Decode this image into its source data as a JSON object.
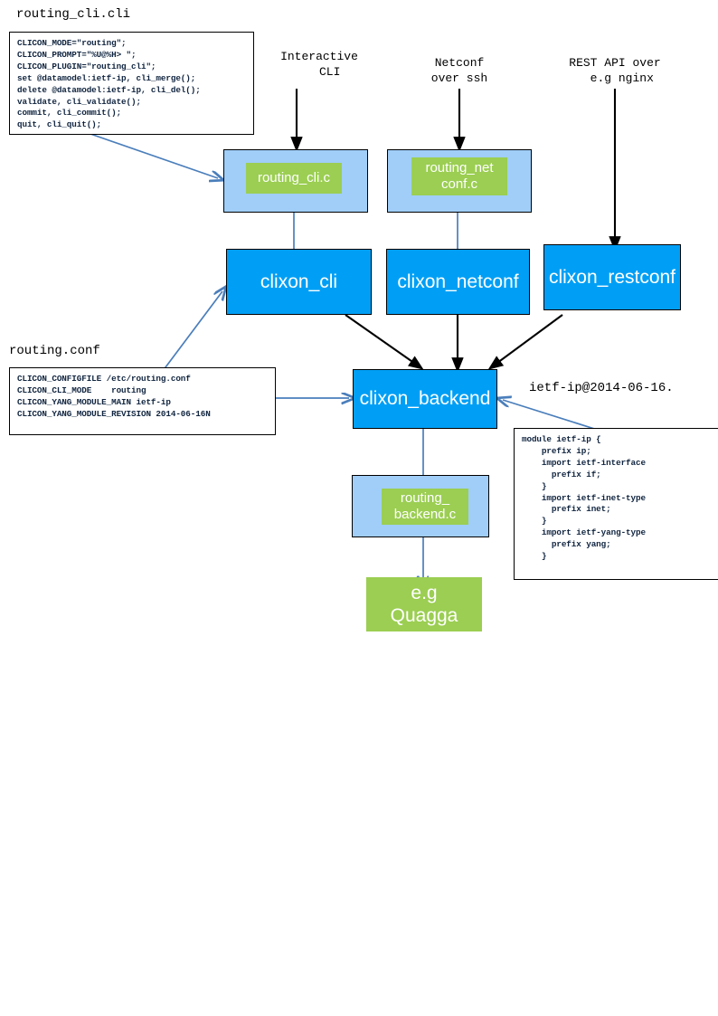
{
  "diagram": {
    "title_captions": {
      "cli_file": "routing_cli.cli",
      "conf_file": "routing.conf",
      "yang_file": "ietf-ip@2014-06-16."
    },
    "top_labels": [
      {
        "name": "interactive-cli",
        "text": "Interactive\n   CLI"
      },
      {
        "name": "netconf-over-ssh",
        "text": "Netconf\nover ssh"
      },
      {
        "name": "rest-api",
        "text": "REST API over\n  e.g nginx"
      }
    ],
    "code_blocks": {
      "routing_cli_cli": "CLICON_MODE=\"routing\";\nCLICON_PROMPT=\"%U@%H> \";\nCLICON_PLUGIN=\"routing_cli\";\nset @datamodel:ietf-ip, cli_merge();\ndelete @datamodel:ietf-ip, cli_del();\nvalidate, cli_validate();\ncommit, cli_commit();\nquit, cli_quit();",
      "routing_conf": "CLICON_CONFIGFILE /etc/routing.conf\nCLICON_CLI_MODE    routing\nCLICON_YANG_MODULE_MAIN ietf-ip\nCLICON_YANG_MODULE_REVISION 2014-06-16N",
      "ietf_ip_yang": "module ietf-ip {\n    prefix ip;\n    import ietf-interface\n      prefix if;\n    }\n    import ietf-inet-type\n      prefix inet;\n    }\n    import ietf-yang-type\n      prefix yang;\n    }"
    },
    "nodes": {
      "routing_cli_c": "routing_cli.c",
      "routing_netconf_c": "routing_net\nconf.c",
      "routing_backend_c": "routing_\nbackend.c",
      "clixon_cli": "clixon_cli",
      "clixon_netconf": "clixon_netconf",
      "clixon_restconf": "clixon_restconf",
      "clixon_backend": "clixon_backend",
      "quagga": "e.g\nQuagga"
    },
    "colors": {
      "node_dark_blue": "#009ff5",
      "node_light_blue": "#a0cef8",
      "node_green": "#9bce52",
      "arrow_black": "#000000",
      "arrow_blue": "#4a7ebb",
      "text_code": "#10243f",
      "background": "#ffffff"
    }
  }
}
